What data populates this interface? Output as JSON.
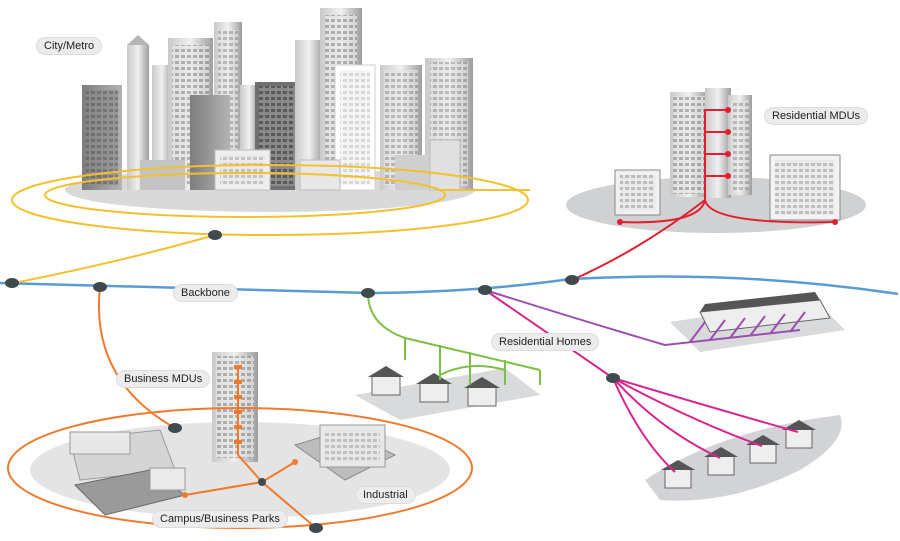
{
  "labels": {
    "city_metro": "City/Metro",
    "residential_mdus": "Residential MDUs",
    "backbone": "Backbone",
    "residential_homes": "Residential Homes",
    "business_mdus": "Business MDUs",
    "industrial": "Industrial",
    "campus_business_parks": "Campus/Business Parks"
  },
  "colors": {
    "backbone": "#5b9bd5",
    "city": "#f2c12e",
    "residential_mdus": "#e0202f",
    "residential_homes_green": "#7ac143",
    "residential_homes_purple": "#9b4fb0",
    "residential_homes_magenta": "#d6268d",
    "business": "#f07a2e",
    "node": "#3e4a4d"
  }
}
